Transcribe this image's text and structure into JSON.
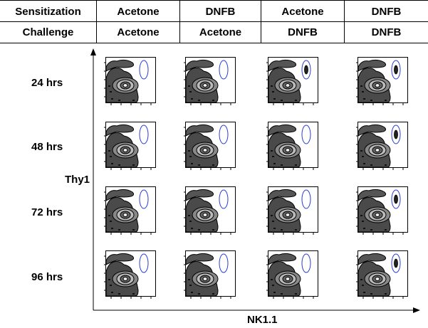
{
  "header": {
    "row1": {
      "label": "Sensitization",
      "cols": [
        "Acetone",
        "DNFB",
        "Acetone",
        "DNFB"
      ]
    },
    "row2": {
      "label": "Challenge",
      "cols": [
        "Acetone",
        "Acetone",
        "DNFB",
        "DNFB"
      ]
    }
  },
  "rows": [
    {
      "label": "24 hrs"
    },
    {
      "label": "48 hrs"
    },
    {
      "label": "72 hrs"
    },
    {
      "label": "96 hrs"
    }
  ],
  "axes": {
    "y_title": "Thy1",
    "x_title": "NK1.1"
  },
  "colors": {
    "gate": "#2b3bd6",
    "ink": "#000000"
  },
  "chart_data": {
    "type": "contour",
    "grid": {
      "rows": [
        "24 hrs",
        "48 hrs",
        "72 hrs",
        "96 hrs"
      ],
      "cols": 4
    },
    "gate_population_visible": [
      [
        false,
        false,
        true,
        true
      ],
      [
        false,
        false,
        false,
        true
      ],
      [
        false,
        false,
        false,
        true
      ],
      [
        false,
        false,
        false,
        true
      ]
    ]
  }
}
